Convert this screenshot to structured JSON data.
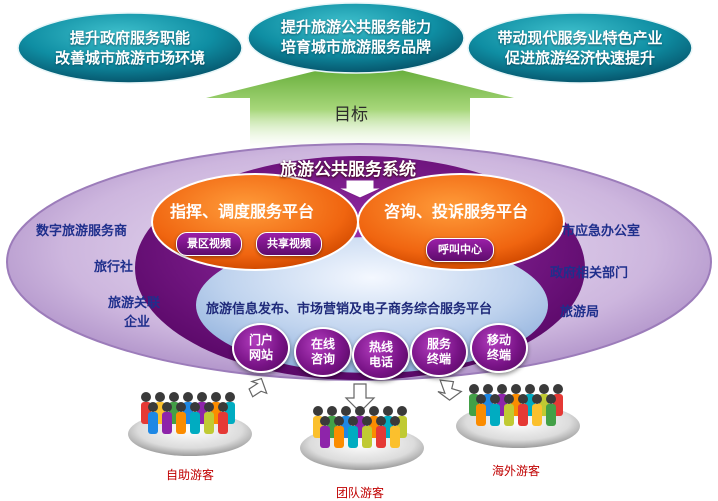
{
  "goals": [
    {
      "line1": "提升政府服务职能",
      "line2": "改善城市旅游市场环境"
    },
    {
      "line1": "提升旅游公共服务能力",
      "line2": "培育城市旅游服务品牌"
    },
    {
      "line1": "带动现代服务业特色产业",
      "line2": "促进旅游经济快速提升"
    }
  ],
  "goal_label": "目标",
  "system_title": "旅游公共服务系统",
  "platforms": {
    "command": {
      "title": "指挥、调度服务平台",
      "items": [
        "景区视频",
        "共享视频"
      ]
    },
    "consult": {
      "title": "咨询、投诉服务平台",
      "items": [
        "呼叫中心"
      ]
    }
  },
  "info_platform": "旅游信息发布、市场营销及电子商务综合服务平台",
  "terminals": [
    {
      "line1": "门户",
      "line2": "网站"
    },
    {
      "line1": "在线",
      "line2": "咨询"
    },
    {
      "line1": "热线",
      "line2": "电话"
    },
    {
      "line1": "服务",
      "line2": "终端"
    },
    {
      "line1": "移动",
      "line2": "终端"
    }
  ],
  "left_labels": [
    "数字旅游服务商",
    "旅行社",
    "旅游关联",
    "企业"
  ],
  "right_labels": [
    "市应急办公室",
    "政府相关部门",
    "旅游局"
  ],
  "visitors": [
    "自助游客",
    "团队游客",
    "海外游客"
  ],
  "colors": {
    "outer": "#c7b0d8",
    "system": "#7d1d8c",
    "orange": "#f26a10",
    "blue": "#bcd0ec",
    "goal": "#0b7f95",
    "arrow": "#78b83c"
  }
}
